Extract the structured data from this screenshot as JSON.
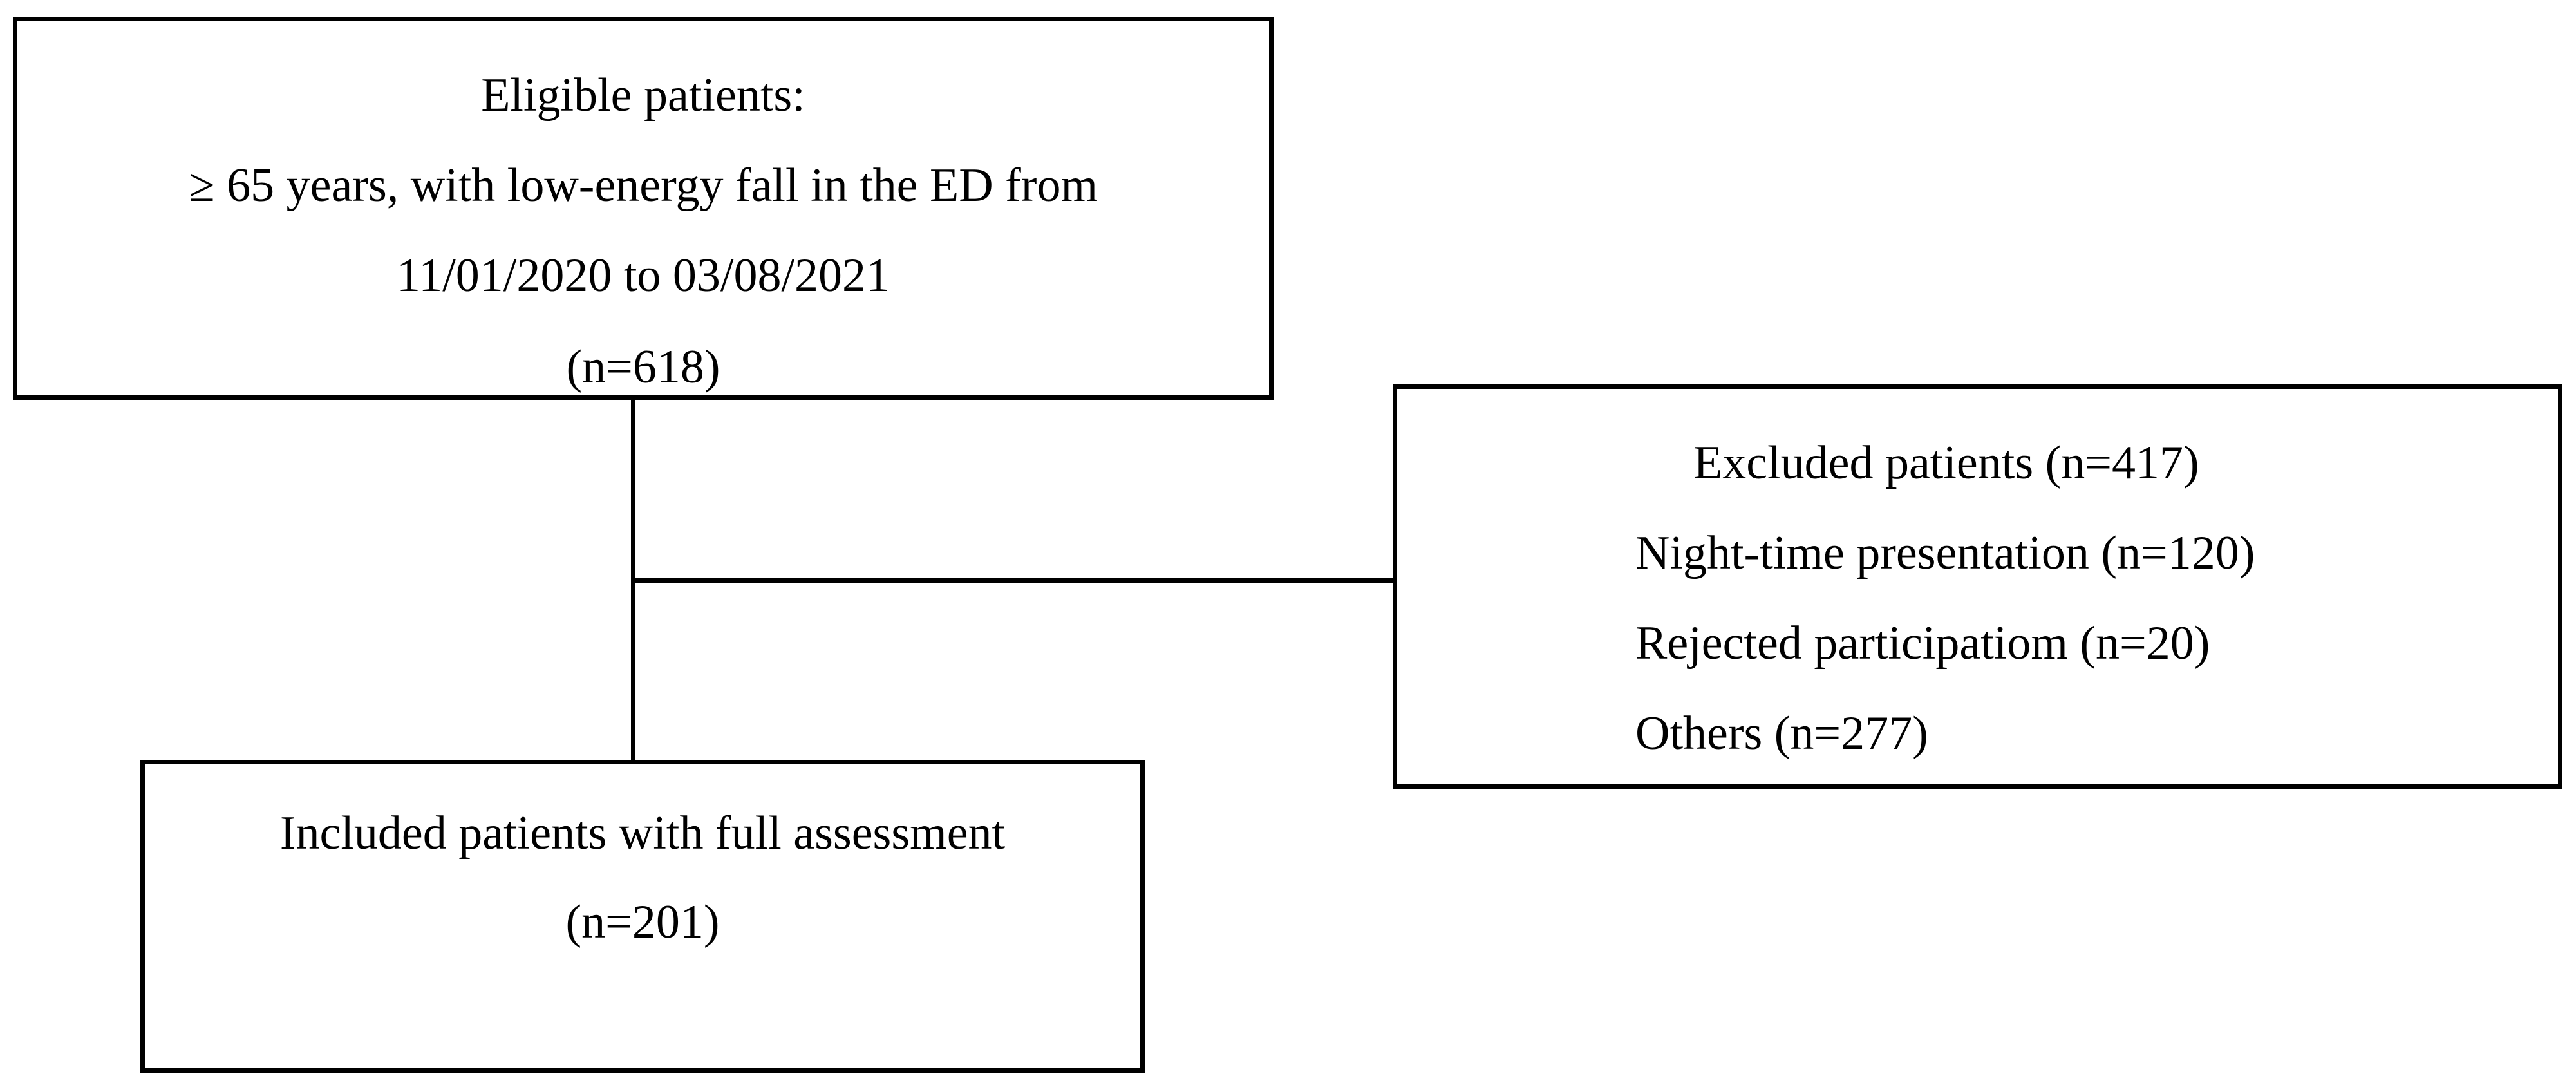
{
  "diagram": {
    "eligible": {
      "lines": [
        "Eligible patients:",
        "≥ 65 years, with low-energy fall in the ED from",
        "11/01/2020 to 03/08/2021",
        "(n=618)"
      ]
    },
    "excluded": {
      "title": "Excluded patients (n=417)",
      "reasons": [
        "Night-time presentation (n=120)",
        "Rejected participatiom (n=20)",
        "Others (n=277)"
      ]
    },
    "included": {
      "lines": [
        "Included patients with full  assessment",
        "(n=201)"
      ]
    }
  }
}
